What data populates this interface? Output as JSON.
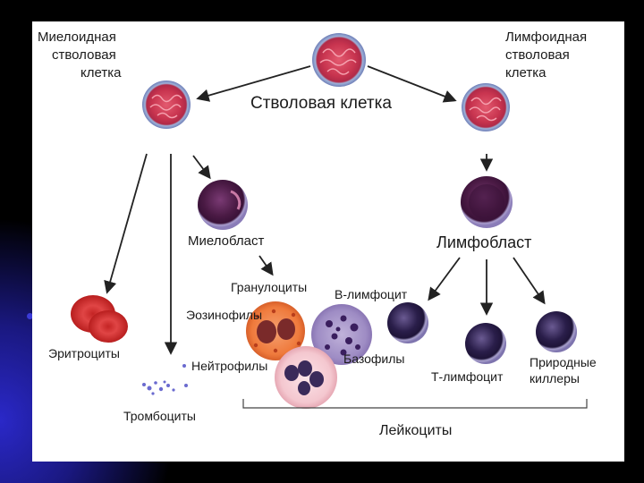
{
  "nodes": {
    "stem_cell": "Стволовая клетка",
    "myeloid_stem_cell": [
      "Миелоидная",
      "стволовая",
      "клетка"
    ],
    "lymphoid_stem_cell": [
      "Лимфоидная",
      "стволовая",
      "клетка"
    ],
    "myeloblast": "Миелобласт",
    "lymphoblast": "Лимфобласт",
    "granulocytes": "Гранулоциты",
    "eosinophils": "Эозинофилы",
    "neutrophils": "Нейтрофилы",
    "basophils": "Базофилы",
    "erythrocytes": "Эритроциты",
    "platelets": "Тромбоциты",
    "b_lymphocyte": "В-лимфоцит",
    "t_lymphocyte": "Т-лимфоцит",
    "natural_killers": [
      "Природные",
      "киллеры"
    ],
    "leukocytes": "Лейкоциты"
  },
  "colors": {
    "stem_cell_fill": "#c8344f",
    "blast_fill": "#4a1a44",
    "lymphocyte_fill": "#2a1e4a",
    "erythrocyte_fill": "#d93030",
    "eosinophil_fill": "#ef7a3c",
    "basophil_fill": "#7c5aa8",
    "neutrophil_fill": "#f4c7cf",
    "arrow": "#222222",
    "slide_background": "#000000",
    "slide_accent": "#2a28c8"
  }
}
